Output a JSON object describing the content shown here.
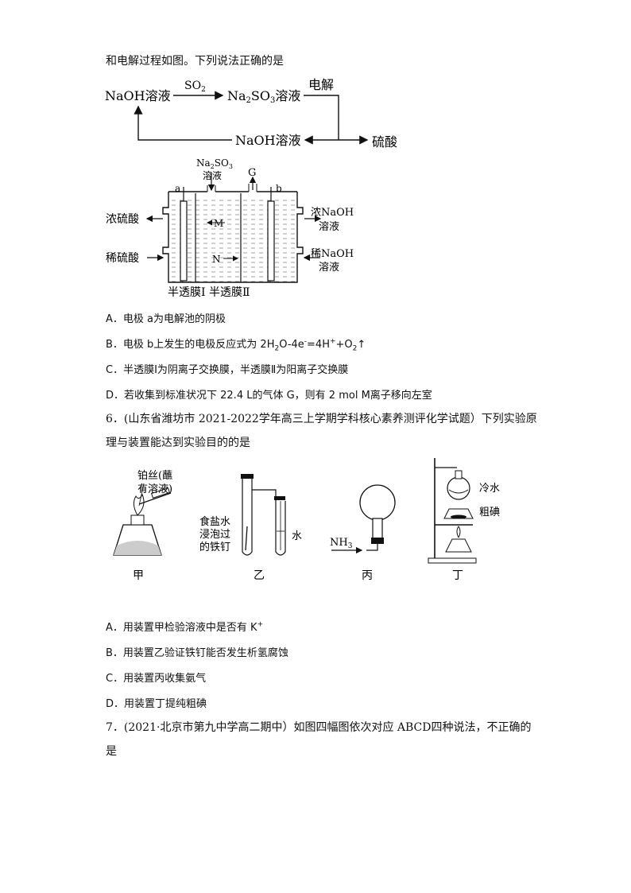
{
  "q5": {
    "stem_tail": "和电解过程如图。下列说法正确的是",
    "flow": {
      "naoh1": "NaOH溶液",
      "so2": "SO",
      "so2_sub": "2",
      "na2so3_a": "Na",
      "na2so3_b": "2",
      "na2so3_c": "SO",
      "na2so3_d": "3",
      "na2so3_e": "溶液",
      "electrolysis": "电解",
      "naoh2": "NaOH溶液",
      "sulfuric": "硫酸"
    },
    "cell": {
      "in_top_a": "Na",
      "in_top_b": "2",
      "in_top_c": "SO",
      "in_top_d": "3",
      "in_top_e": "溶液",
      "gas": "G",
      "electrode_a": "a",
      "electrode_b": "b",
      "conc_h2so4": "浓硫酸",
      "dil_h2so4": "稀硫酸",
      "conc_naoh_1": "浓NaOH",
      "conc_naoh_2": "溶液",
      "dil_naoh_1": "稀NaOH",
      "dil_naoh_2": "溶液",
      "ion_m": "M",
      "ion_n": "N",
      "membranes": "半透膜Ⅰ  半透膜Ⅱ"
    },
    "options": {
      "a": "A．电极 a为电解池的阴极",
      "b_pre": "B．电极 b上发生的电极反应式为 2H",
      "b_sub2": "2",
      "b_mid": "O-4e",
      "b_sup_minus": "-",
      "b_mid2": "=4H",
      "b_sup_plus": "+",
      "b_mid3": "+O",
      "b_sub22": "2",
      "b_end": "↑",
      "c": "C．半透膜Ⅰ为阴离子交换膜，半透膜Ⅱ为阳离子交换膜",
      "d": "D．若收集到标准状况下 22.4 L的气体 G，则有 2 mol M离子移向左室"
    }
  },
  "q6": {
    "stem_1": "6．(山东省潍坊市 2021-2022学年高三上学期学科核心素养测评化学试题）下列实验原",
    "stem_2": "理与装置能达到实验目的的是",
    "fig_labels": {
      "pt_wire_1": "铂丝(蘸",
      "pt_wire_2": "有溶液)",
      "nail_1": "食盐水",
      "nail_2": "浸泡过",
      "nail_3": "的铁钉",
      "water": "水",
      "nh3": "NH",
      "nh3_sub": "3",
      "cold_water": "冷水",
      "crude_iodine": "粗碘",
      "jia": "甲",
      "yi": "乙",
      "bing": "丙",
      "ding": "丁"
    },
    "options": {
      "a_pre": "A．用装置甲检验溶液中是否有 K",
      "a_sup": "+",
      "b": "B．用装置乙验证铁钉能否发生析氢腐蚀",
      "c": "C．用装置丙收集氨气",
      "d": "D．用装置丁提纯粗碘"
    }
  },
  "q7": {
    "stem_1": "7．(2021·北京市第九中学高二期中）如图四幅图依次对应 ABCD四种说法，不正确的",
    "stem_2": "是"
  }
}
